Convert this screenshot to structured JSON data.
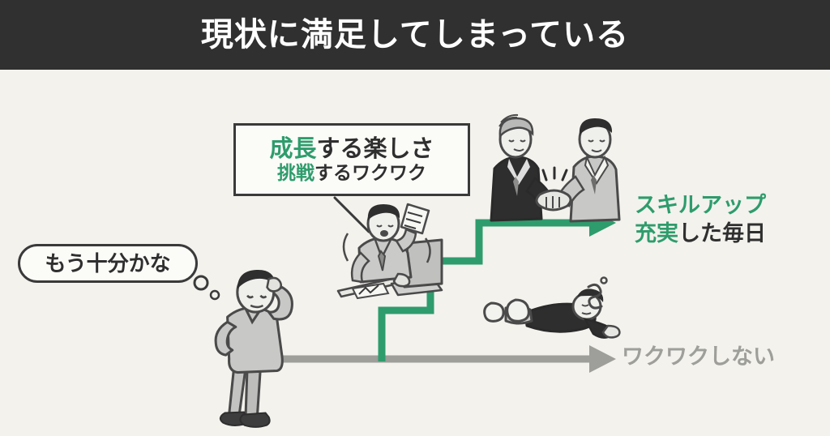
{
  "header": {
    "title": "現状に満足してしまっている",
    "background_color": "#303030",
    "text_color": "#ffffff"
  },
  "theme": {
    "background_color": "#f3f2ed",
    "accent_green": "#2e9c6c",
    "muted_gray": "#9e9e9a",
    "ink": "#2f2f2f"
  },
  "callout": {
    "line1_green": "成長",
    "line1_rest": "する楽しさ",
    "line2_green": "挑戦",
    "line2_rest": "するワクワク"
  },
  "thought_bubble": {
    "text": "もう十分かな"
  },
  "labels": {
    "success_line1": "スキルアップ",
    "success_line2_green": "充実",
    "success_line2_rest": "した毎日",
    "flat": "ワクワクしない"
  },
  "illustrations": {
    "thinking_person": "person-scratching-head-illustration",
    "desk_worker": "person-working-at-desk-illustration",
    "handshake": "business-handshake-illustration",
    "lying_person": "person-lying-down-sleeping-illustration"
  },
  "diagram": {
    "baseline_label": "flat-gray-arrow",
    "growth_label": "green-staircase-arrow",
    "origin_marker": "origin-circle-marker"
  }
}
